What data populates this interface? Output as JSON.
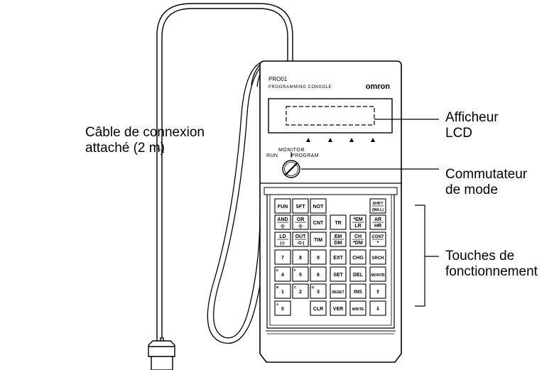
{
  "console": {
    "model": "PRO01",
    "subtitle": "PROGRAMMING CONSOLE",
    "brand": "omron",
    "mode_switch": {
      "title": "MONITOR",
      "left": "RUN",
      "right": "PROGRAM"
    }
  },
  "callouts": {
    "cable": [
      "Câble de connexion",
      "attaché (2 m)"
    ],
    "lcd": [
      "Afficheur",
      "LCD"
    ],
    "mode": [
      "Commutateur",
      "de mode"
    ],
    "keys": [
      "Touches de",
      "fonctionnement"
    ]
  },
  "keys": [
    {
      "id": "fun",
      "top": "FUN",
      "bottom": ""
    },
    {
      "id": "sft",
      "top": "SFT",
      "bottom": ""
    },
    {
      "id": "not",
      "top": "NOT",
      "bottom": ""
    },
    {
      "id": "shift",
      "top": "SHIFT",
      "bottom": "(MA.L)"
    },
    {
      "id": "and",
      "top": "AND",
      "bottom": "-||-"
    },
    {
      "id": "or",
      "top": "OR",
      "bottom": "-||-"
    },
    {
      "id": "cnt",
      "top": "CNT",
      "bottom": ""
    },
    {
      "id": "tr",
      "top": "TR",
      "bottom": ""
    },
    {
      "id": "em-lr",
      "top": "*EM",
      "bottom": "LR"
    },
    {
      "id": "ar-hr",
      "top": "AR",
      "bottom": "HR"
    },
    {
      "id": "ld",
      "top": "LD",
      "bottom": "|-|-"
    },
    {
      "id": "out",
      "top": "OUT",
      "bottom": "-O-|"
    },
    {
      "id": "tim",
      "top": "TIM",
      "bottom": ""
    },
    {
      "id": "em-dm",
      "top": "EM",
      "bottom": "DM"
    },
    {
      "id": "ch-dm",
      "top": "CH",
      "bottom": "*DM"
    },
    {
      "id": "cont",
      "top": "CONT",
      "bottom": "*"
    },
    {
      "id": "k7",
      "top": "7",
      "bottom": ""
    },
    {
      "id": "k8",
      "top": "8",
      "bottom": ""
    },
    {
      "id": "k9",
      "top": "9",
      "bottom": ""
    },
    {
      "id": "ext",
      "top": "EXT",
      "bottom": ""
    },
    {
      "id": "chg",
      "top": "CHG",
      "bottom": ""
    },
    {
      "id": "srch",
      "top": "SRCH",
      "bottom": ""
    },
    {
      "id": "k4",
      "top": "4",
      "bottom": "",
      "corner": "E"
    },
    {
      "id": "k5",
      "top": "5",
      "bottom": "",
      "corner": "F"
    },
    {
      "id": "k6",
      "top": "6",
      "bottom": ""
    },
    {
      "id": "set",
      "top": "SET",
      "bottom": ""
    },
    {
      "id": "del",
      "top": "DEL",
      "bottom": ""
    },
    {
      "id": "montr",
      "top": "MONTR",
      "bottom": ""
    },
    {
      "id": "k1",
      "top": "1",
      "bottom": "",
      "corner": "B"
    },
    {
      "id": "k2",
      "top": "2",
      "bottom": "",
      "corner": "C"
    },
    {
      "id": "k3",
      "top": "3",
      "bottom": "",
      "corner": "D"
    },
    {
      "id": "reset",
      "top": "RESET",
      "bottom": ""
    },
    {
      "id": "ins",
      "top": "INS",
      "bottom": ""
    },
    {
      "id": "up",
      "top": "⇧",
      "bottom": ""
    },
    {
      "id": "k0",
      "top": "0",
      "bottom": "",
      "corner": "A"
    },
    {
      "id": "clr",
      "top": "CLR",
      "bottom": ""
    },
    {
      "id": "ver",
      "top": "VER",
      "bottom": ""
    },
    {
      "id": "write",
      "top": "WRITE",
      "bottom": ""
    },
    {
      "id": "down",
      "top": "⇩",
      "bottom": ""
    }
  ]
}
